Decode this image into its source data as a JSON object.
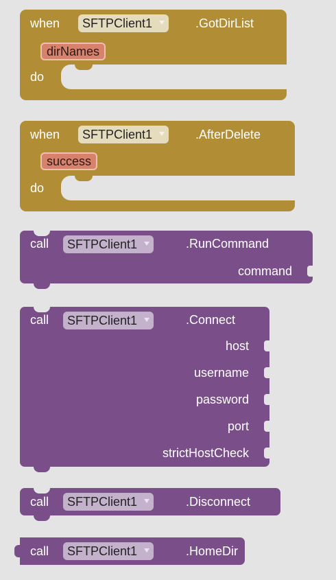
{
  "component": "SFTPClient1",
  "blocks": {
    "got_dir_list": {
      "keyword_when": "when",
      "event_name": ".GotDirList",
      "param": "dirNames",
      "keyword_do": "do"
    },
    "after_delete": {
      "keyword_when": "when",
      "event_name": ".AfterDelete",
      "param": "success",
      "keyword_do": "do"
    },
    "run_command": {
      "keyword_call": "call",
      "method_name": ".RunCommand",
      "args": [
        "command"
      ]
    },
    "connect": {
      "keyword_call": "call",
      "method_name": ".Connect",
      "args": [
        "host",
        "username",
        "password",
        "port",
        "strictHostCheck"
      ]
    },
    "disconnect": {
      "keyword_call": "call",
      "method_name": ".Disconnect"
    },
    "home_dir": {
      "keyword_call": "call",
      "method_name": ".HomeDir"
    }
  },
  "colors": {
    "event_block": "#b18e35",
    "method_block": "#7a4e88",
    "param_chip": "#d8826e",
    "workspace": "#e4e4e4"
  }
}
